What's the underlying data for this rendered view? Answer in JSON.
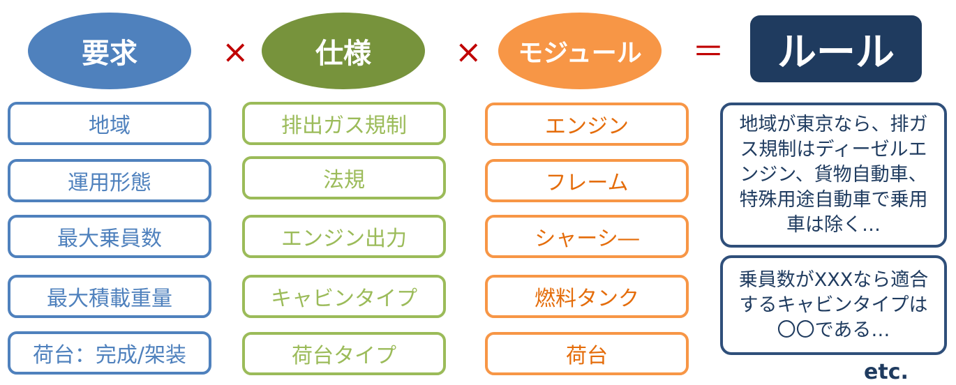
{
  "header": {
    "requirement": {
      "label": "要求",
      "color": "#4f81bd"
    },
    "operator1": "×",
    "specification": {
      "label": "仕様",
      "color": "#77933c"
    },
    "operator2": "×",
    "module": {
      "label": "モジュール",
      "color": "#f79646"
    },
    "equals": "＝",
    "rule": {
      "label": "ルール",
      "color": "#1f3b5f"
    }
  },
  "columns": {
    "requirement_items": [
      "地域",
      "運用形態",
      "最大乗員数",
      "最大積載重量",
      "荷台：完成/架装"
    ],
    "specification_items": [
      "排出ガス規制",
      "法規",
      "エンジン出力",
      "キャビンタイプ",
      "荷台タイプ"
    ],
    "module_items": [
      "エンジン",
      "フレーム",
      "シャーシ―",
      "燃料タンク",
      "荷台"
    ],
    "rules": [
      "地域が東京なら、排ガス規制はディーゼルエンジン、貨物自動車、特殊用途自動車で乗用車は除く…",
      "乗員数がXXXなら適合するキャビンタイプは〇〇である…"
    ],
    "etc": "etc."
  }
}
